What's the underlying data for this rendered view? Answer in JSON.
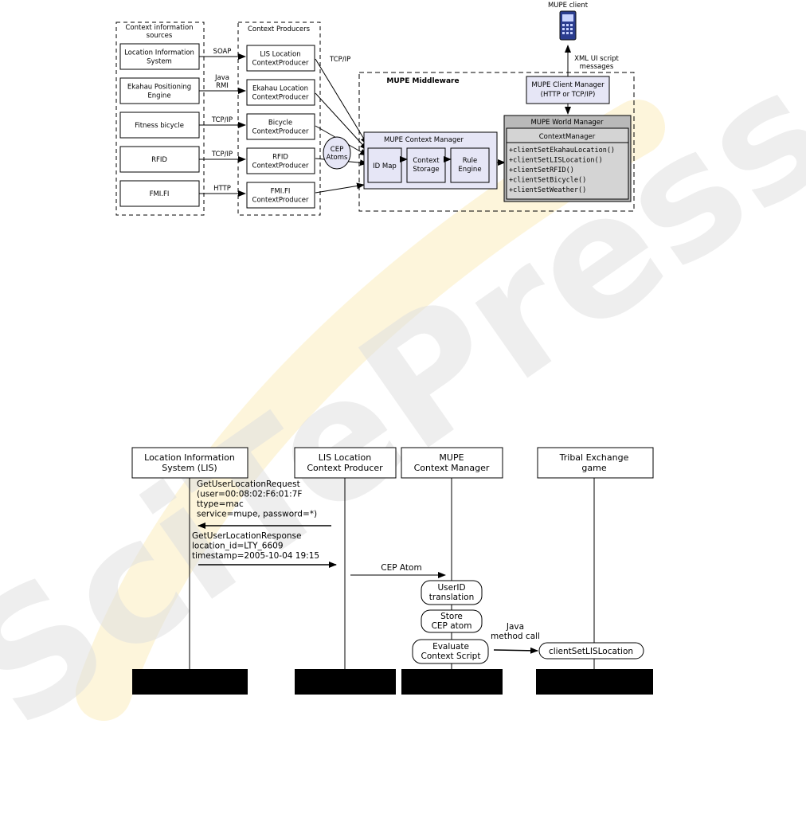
{
  "top": {
    "groups": {
      "sources": [
        "Context information",
        "sources"
      ],
      "producers": "Context Producers",
      "middleware": "MUPE Middleware"
    },
    "sources": [
      [
        "Location Information",
        "System"
      ],
      [
        "Ekahau Positioning",
        "Engine"
      ],
      [
        "Fitness bicycle"
      ],
      [
        "RFID"
      ],
      [
        "FMI.FI"
      ]
    ],
    "producers": [
      [
        "LIS Location",
        "ContextProducer"
      ],
      [
        "Ekahau Location",
        "ContextProducer"
      ],
      [
        "Bicycle",
        "ContextProducer"
      ],
      [
        "RFID",
        "ContextProducer"
      ],
      [
        "FMI.FI",
        "ContextProducer"
      ]
    ],
    "protocols": [
      [
        "SOAP"
      ],
      [
        "Java",
        "RMI"
      ],
      [
        "TCP/IP"
      ],
      [
        "TCP/IP"
      ],
      [
        "HTTP"
      ]
    ],
    "tcpip": "TCP/IP",
    "cep_atoms": [
      "CEP",
      "Atoms"
    ],
    "context_manager": {
      "title": "MUPE Context Manager",
      "id_map": "ID Map",
      "storage": [
        "Context",
        "Storage"
      ],
      "rule": [
        "Rule",
        "Engine"
      ]
    },
    "client_manager": [
      "MUPE Client Manager",
      "(HTTP or TCP/IP)"
    ],
    "world_manager": {
      "title": "MUPE World Manager",
      "class_name": "ContextManager",
      "methods": [
        "+clientSetEkahauLocation()",
        "+clientSetLISLocation()",
        "+clientSetRFID()",
        "+clientSetBicycle()",
        "+clientSetWeather()"
      ]
    },
    "client": "MUPE client",
    "xml_msgs": [
      "XML UI script",
      "messages"
    ]
  },
  "seq": {
    "actors": [
      [
        "Location Information",
        "System (LIS)"
      ],
      [
        "LIS Location",
        "Context Producer"
      ],
      [
        "MUPE",
        "Context Manager"
      ],
      [
        "Tribal Exchange",
        "game"
      ]
    ],
    "request": [
      "GetUserLocationRequest",
      "(user=00:08:02:F6:01:7F",
      "ttype=mac",
      "service=mupe, password=*)"
    ],
    "response": [
      "GetUserLocationResponse",
      "location_id=LTY_6609",
      "timestamp=2005-10-04 19:15"
    ],
    "cep_atom": "CEP Atom",
    "steps": [
      [
        "UserID",
        "translation"
      ],
      [
        "Store",
        "CEP atom"
      ],
      [
        "Evaluate",
        "Context Script"
      ]
    ],
    "java_call": [
      "Java",
      "method call"
    ],
    "target": "clientSetLISLocation"
  },
  "watermark": "SciTePress"
}
